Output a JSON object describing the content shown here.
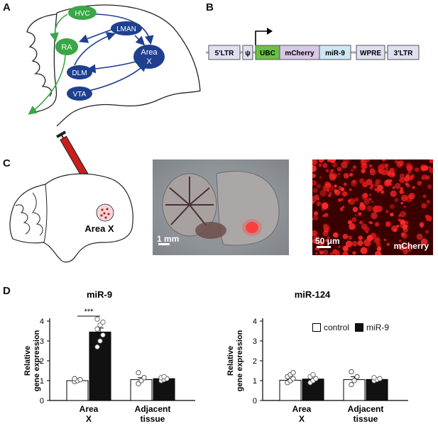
{
  "panels": {
    "a": {
      "letter": "A",
      "nodes": {
        "hvc": "HVC",
        "ra": "RA",
        "lman": "LMAN",
        "areax_line1": "Area",
        "areax_line2": "X",
        "dlm": "DLM",
        "vta": "VTA"
      },
      "colors": {
        "blue": "#1f3f8f",
        "green": "#3aa645",
        "line": "#222222"
      }
    },
    "b": {
      "letter": "B",
      "elements": [
        "5'LTR",
        "ψ",
        "UBC",
        "mCherry",
        "miR-9",
        "WPRE",
        "3'LTR"
      ],
      "colors": {
        "ubc": "#6cbf45",
        "mcherry": "#d8c8e8",
        "mir9": "#cde8f4",
        "ltr": "#dde0f0"
      }
    },
    "c": {
      "letter": "C",
      "target_label": "Area X",
      "scale1": "1 mm",
      "scale2": "50 μm",
      "channel_label": "mCherry",
      "syringe_color": "#c81e1e"
    },
    "d": {
      "letter": "D",
      "legend": {
        "control": "control",
        "mir9": "miR-9"
      },
      "significance": "***"
    }
  },
  "chart_data": [
    {
      "type": "bar",
      "title": "miR-9",
      "ylabel": "Relative gene expression",
      "categories": [
        "Area X",
        "Adjacent tissue"
      ],
      "ylim": [
        0,
        4
      ],
      "yticks": [
        "0",
        "1",
        "2",
        "3",
        "4"
      ],
      "series": [
        {
          "name": "control",
          "values": [
            1.0,
            1.05
          ],
          "errors": [
            0.04,
            0.1
          ],
          "points": [
            [
              0.95,
              1.0,
              1.05,
              1.1
            ],
            [
              0.85,
              1.0,
              1.15,
              1.4
            ]
          ]
        },
        {
          "name": "miR-9",
          "values": [
            3.45,
            1.1
          ],
          "errors": [
            0.2,
            0.05
          ],
          "points": [
            [
              2.7,
              3.0,
              3.3,
              3.6,
              3.8,
              3.95,
              4.1
            ],
            [
              1.0,
              1.05,
              1.1,
              1.15,
              1.2
            ]
          ]
        }
      ],
      "annotation": "***"
    },
    {
      "type": "bar",
      "title": "miR-124",
      "ylabel": "Relative gene expression",
      "categories": [
        "Area X",
        "Adjacent tissue"
      ],
      "ylim": [
        0,
        4
      ],
      "yticks": [
        "0",
        "1",
        "2",
        "3",
        "4"
      ],
      "series": [
        {
          "name": "control",
          "values": [
            1.02,
            1.05
          ],
          "errors": [
            0.05,
            0.15
          ],
          "points": [
            [
              0.9,
              1.0,
              1.1,
              1.2,
              1.3,
              1.4
            ],
            [
              0.8,
              1.0,
              1.2,
              1.45
            ]
          ]
        },
        {
          "name": "miR-9",
          "values": [
            1.08,
            1.06
          ],
          "errors": [
            0.05,
            0.03
          ],
          "points": [
            [
              0.9,
              1.0,
              1.1,
              1.2,
              1.3
            ],
            [
              1.0,
              1.05,
              1.1,
              1.15
            ]
          ]
        }
      ]
    }
  ]
}
